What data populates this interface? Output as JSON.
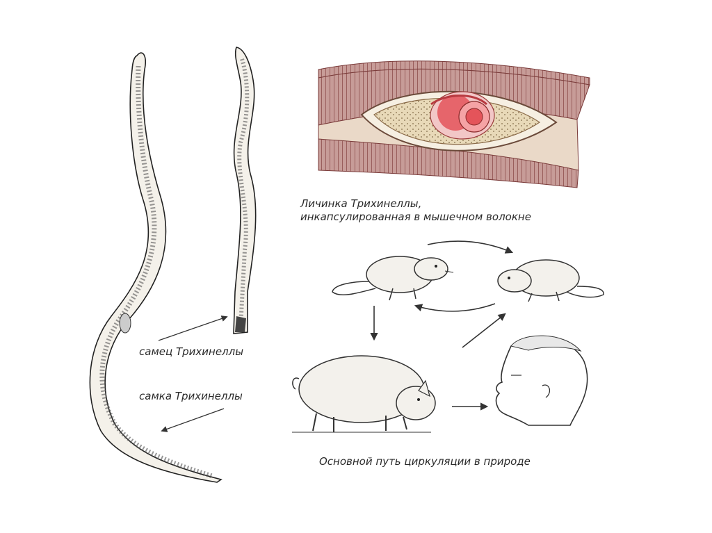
{
  "labels": {
    "larva_line1": "Личинка Трихинеллы,",
    "larva_line2": "инкапсулированная в мышечном волокне",
    "male": "самец Трихинеллы",
    "female": "самка Трихинеллы",
    "cycle": "Основной путь циркуляции в природе"
  },
  "colors": {
    "muscle": "#b88a88",
    "muscle_dark": "#7a3b3a",
    "capsule_fill": "#e6d6b0",
    "larva": "#e4545a",
    "ink": "#333333"
  }
}
